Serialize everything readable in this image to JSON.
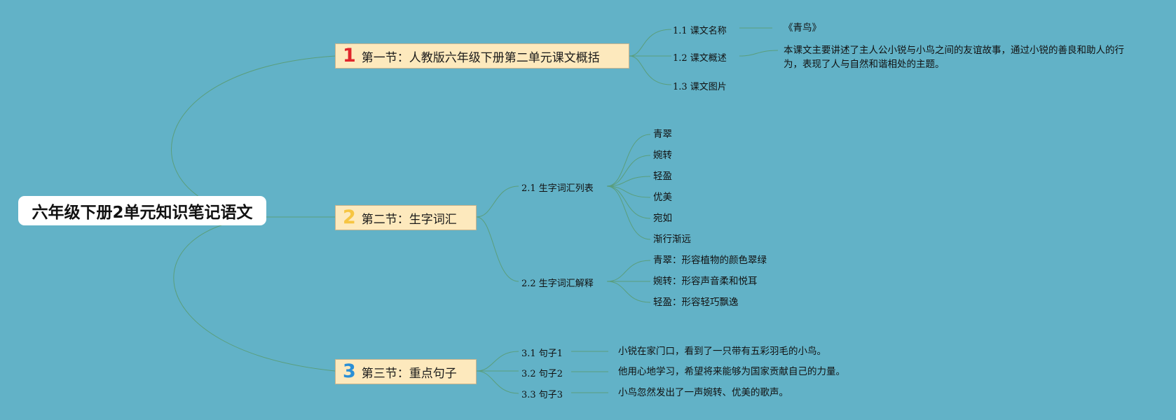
{
  "root": {
    "title": "六年级下册2单元知识笔记语文"
  },
  "colors": {
    "background": "#62b2c7",
    "line": "#5a9e7c",
    "section_fill": "#fde9bd",
    "num1": "#e0262b",
    "num2": "#f6c542",
    "num3": "#2a8fd6"
  },
  "sections": [
    {
      "num": "1",
      "title": "第一节：人教版六年级下册第二单元课文概括",
      "subs": [
        {
          "label": "1.1 课文名称",
          "leaf": "《青鸟》"
        },
        {
          "label": "1.2 课文概述",
          "leaf": "本课文主要讲述了主人公小锐与小鸟之间的友谊故事，通过小锐的善良和助人的行为，表现了人与自然和谐相处的主题。"
        },
        {
          "label": "1.3 课文图片"
        }
      ]
    },
    {
      "num": "2",
      "title": "第二节：生字词汇",
      "subs": [
        {
          "label": "2.1 生字词汇列表",
          "leaves": [
            "青翠",
            "婉转",
            "轻盈",
            "优美",
            "宛如",
            "渐行渐远"
          ]
        },
        {
          "label": "2.2 生字词汇解释",
          "leaves": [
            "青翠：形容植物的颜色翠绿",
            "婉转：形容声音柔和悦耳",
            "轻盈：形容轻巧飘逸"
          ]
        }
      ]
    },
    {
      "num": "3",
      "title": "第三节：重点句子",
      "subs": [
        {
          "label": "3.1 句子1",
          "leaf": "小锐在家门口，看到了一只带有五彩羽毛的小鸟。"
        },
        {
          "label": "3.2 句子2",
          "leaf": "他用心地学习，希望将来能够为国家贡献自己的力量。"
        },
        {
          "label": "3.3 句子3",
          "leaf": "小鸟忽然发出了一声婉转、优美的歌声。"
        }
      ]
    }
  ]
}
